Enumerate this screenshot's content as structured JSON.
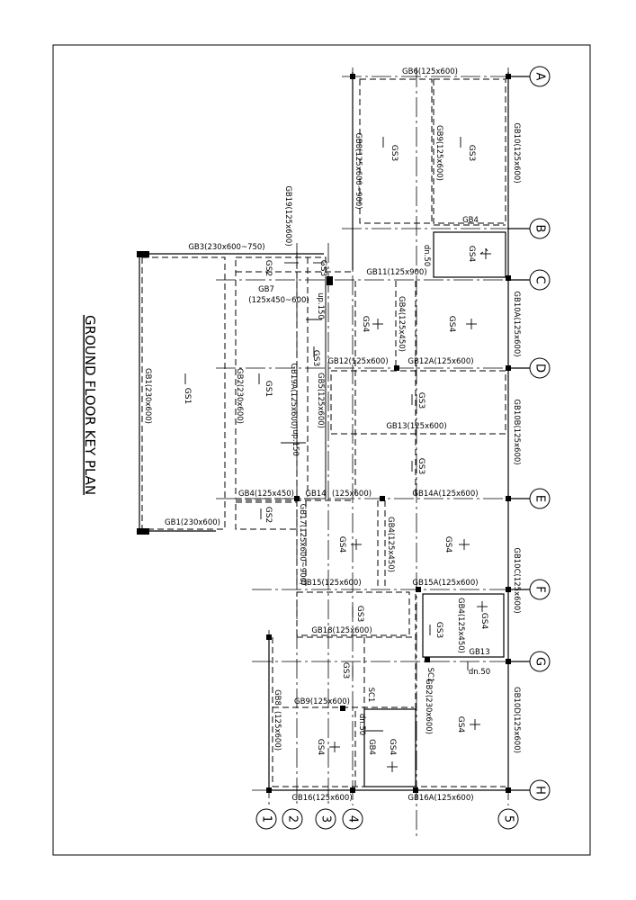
{
  "plan": {
    "title": "GROUND FLOOR KEY PLAN",
    "grid_rows": [
      "A",
      "B",
      "C",
      "D",
      "E",
      "F",
      "G",
      "H"
    ],
    "grid_cols": [
      "1",
      "2",
      "3",
      "4",
      "5"
    ],
    "beams": {
      "gb6": "GB6(125x600)",
      "gb10": "GB10(125x600)",
      "gb10a": "GB10A(125x600)",
      "gb10b": "GB10B(125x600)",
      "gb10c": "GB10C(125x600)",
      "gb10d": "GB10D(125x600)",
      "gb8": "GB8(125x600~900)",
      "gb9": "GB9(125x600)",
      "gb4_ab": "GB4",
      "gb3": "GB3(230x600~750)",
      "gb19": "GB19(125x600)",
      "gb11": "GB11(125x900)",
      "gb7": "GB7",
      "gb7_size": "(125x450~600)",
      "gb4_cd": "GB4(125x450)",
      "gb12": "GB12(125x600)",
      "gb12a": "GB12A(125x600)",
      "gb1_long": "GB1(230x600)",
      "gb2_long": "GB2(230x600)",
      "gb19a": "GB19A(125x600)",
      "gb5": "GB5(125x600)",
      "gb13": "GB13(125x600)",
      "gb4_e": "GB4(125x450)",
      "gb14": "GB14",
      "gb14_size": "(125x600)",
      "gb14a": "GB14A(125x600)",
      "gb1_short": "GB1(230x600)",
      "gb17": "GB17(125x600~900)",
      "gb4_ef": "GB4(125x450)",
      "gb15": "GB15(125x600)",
      "gb15a": "GB15A(125x600)",
      "gb4_fg": "GB4(125x450)",
      "gb18": "GB18(125x600)",
      "gb13_short": "GB13",
      "gb9_lower": "GB9(125x600)",
      "gb2_lower": "GB2(230x600)",
      "gb8_lower": "GB8",
      "gb8_lower_size": "(125x600)",
      "gb4_lower": "GB4",
      "gb16": "GB16(125x600)",
      "gb16a": "GB16A(125x600)"
    },
    "slabs": {
      "gs3_ab_left": "GS3",
      "gs3_ab_right": "GS3",
      "gs4_b": "GS4",
      "gs2_top": "GS2",
      "gs3_top": "GS3",
      "gs4_cd_left": "GS4",
      "gs4_cd_right": "GS4",
      "gs1_big": "GS1",
      "gs1_mid": "GS1",
      "gs3_c": "GS3",
      "gs3_d": "GS3",
      "gs3_de": "GS3",
      "gs2_bottom": "GS2",
      "gs4_ef_left": "GS4",
      "gs4_ef_right": "GS4",
      "gs3_fg": "GS3",
      "gs3_fg_right": "GS3",
      "gs4_fg": "GS4",
      "gs3_gh": "GS3",
      "gs4_gh_left": "GS4",
      "gs4_gh_mid": "GS4",
      "gs4_gh_right": "GS4"
    },
    "notes": {
      "dn50_top": "dn.50",
      "up150_a": "up.150",
      "up150_b": "up.150",
      "dn50_g": "dn.50",
      "dn50_h": "dn.50",
      "sc1_a": "SC1",
      "sc1_b": "SC1"
    }
  }
}
